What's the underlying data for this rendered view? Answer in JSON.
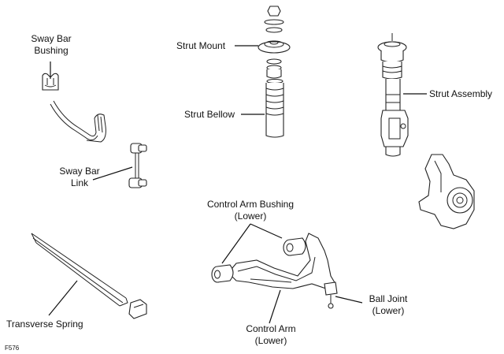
{
  "labels": {
    "sway_bar_bushing_1": "Sway Bar",
    "sway_bar_bushing_2": "Bushing",
    "sway_bar_link_1": "Sway Bar",
    "sway_bar_link_2": "Link",
    "transverse_spring": "Transverse Spring",
    "strut_mount": "Strut Mount",
    "strut_bellow": "Strut Bellow",
    "strut_assembly": "Strut Assembly",
    "control_arm_bushing_1": "Control Arm Bushing",
    "control_arm_bushing_2": "(Lower)",
    "control_arm_1": "Control Arm",
    "control_arm_2": "(Lower)",
    "ball_joint_1": "Ball Joint",
    "ball_joint_2": "(Lower)"
  },
  "figure_code": "F576"
}
